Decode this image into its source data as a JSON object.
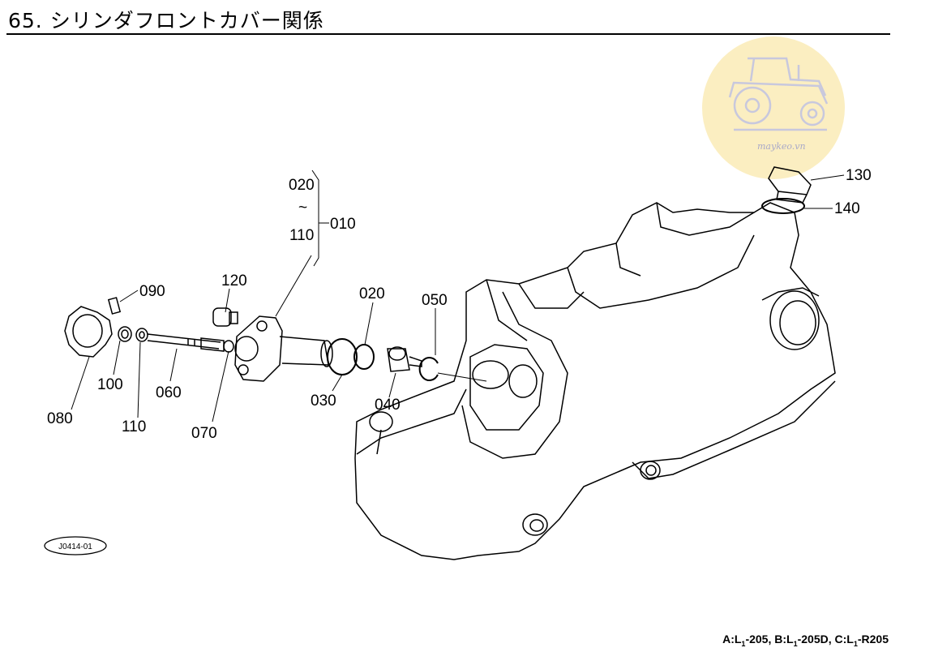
{
  "page": {
    "title": "65. シリンダフロントカバー関係",
    "drawing_code": "J0414-01",
    "footer": {
      "a_prefix": "A:L",
      "a_sub": "1",
      "a_suffix": "-205, ",
      "b_prefix": "B:L",
      "b_sub": "1",
      "b_suffix": "-205D, ",
      "c_prefix": "C:L",
      "c_sub": "1",
      "c_suffix": "-R205"
    }
  },
  "watermark": {
    "text": "maykeo.vn",
    "color": "#fbeec1",
    "icon": "tractor-icon"
  },
  "callouts": {
    "c010": "010",
    "c020_group": "020",
    "c110_group": "110",
    "c020": "020",
    "c030": "030",
    "c040": "040",
    "c050": "050",
    "c060": "060",
    "c070": "070",
    "c080": "080",
    "c090": "090",
    "c100": "100",
    "c110": "110",
    "c120": "120",
    "c130": "130",
    "c140": "140"
  }
}
